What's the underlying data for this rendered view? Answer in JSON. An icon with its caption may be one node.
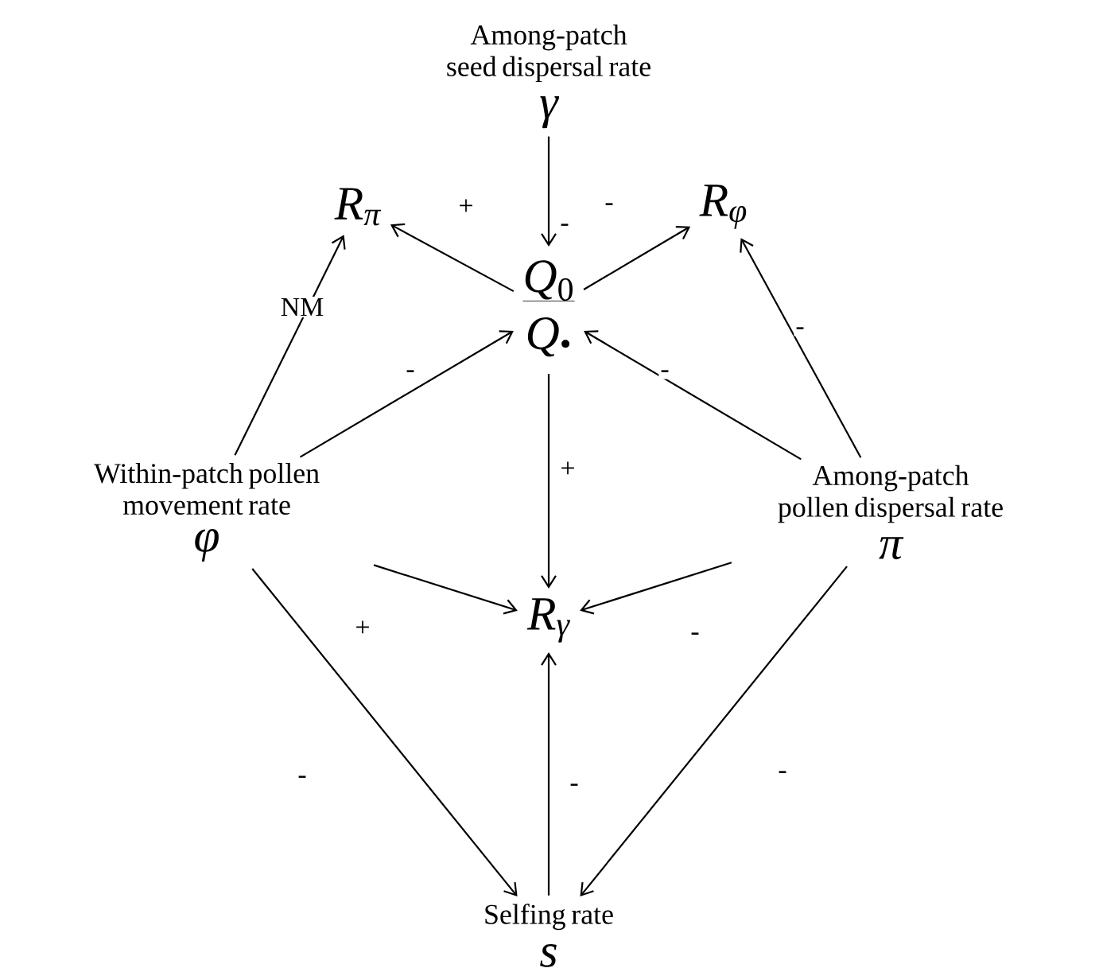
{
  "diagram": {
    "nodes": [
      {
        "text": [
          "Among-patch seed dispersal rate",
          "γ"
        ]
      },
      {
        "text": [
          "R$_{π}$"
        ]
      },
      {
        "text": [
          "R$_{φ}$"
        ]
      },
      {
        "text": [
          "*Q*$_{0}$",
          "*Q*$_{•}$"
        ]
      },
      {
        "text": [
          "Within-patch pollen movement rate",
          "φ"
        ]
      },
      {
        "text": [
          "Among-patch pollen dispersal rate",
          "π"
        ]
      },
      {
        "text": [
          "R$_{γ}$"
        ]
      },
      {
        "text": [
          "Selfing rate",
          "s"
        ]
      }
    ],
    "edges": [
      {
        "from": 0,
        "to": 3,
        "arrow": "to",
        "label": "-"
      },
      {
        "from": 3,
        "to": 1,
        "arrow": "to",
        "label": "+"
      },
      {
        "from": 3,
        "to": 2,
        "arrow": "to",
        "label": "-"
      },
      {
        "from": 4,
        "to": 1,
        "arrow": "to",
        "label": "NM"
      },
      {
        "from": 5,
        "to": 2,
        "arrow": "to",
        "label": "-"
      },
      {
        "from": 4,
        "to": 3,
        "arrow": "to",
        "label": "-"
      },
      {
        "from": 5,
        "to": 3,
        "arrow": "to",
        "label": "-"
      },
      {
        "from": 3,
        "to": 6,
        "arrow": "to",
        "label": "+"
      },
      {
        "from": 4,
        "to": 6,
        "arrow": "to",
        "label": "+"
      },
      {
        "from": 5,
        "to": 6,
        "arrow": "to",
        "label": "-"
      },
      {
        "from": 4,
        "to": 7,
        "arrow": "to",
        "label": "-"
      },
      {
        "from": 5,
        "to": 7,
        "arrow": "to",
        "label": "-"
      },
      {
        "from": 7,
        "to": 6,
        "arrow": "to",
        "label": "-"
      }
    ]
  }
}
